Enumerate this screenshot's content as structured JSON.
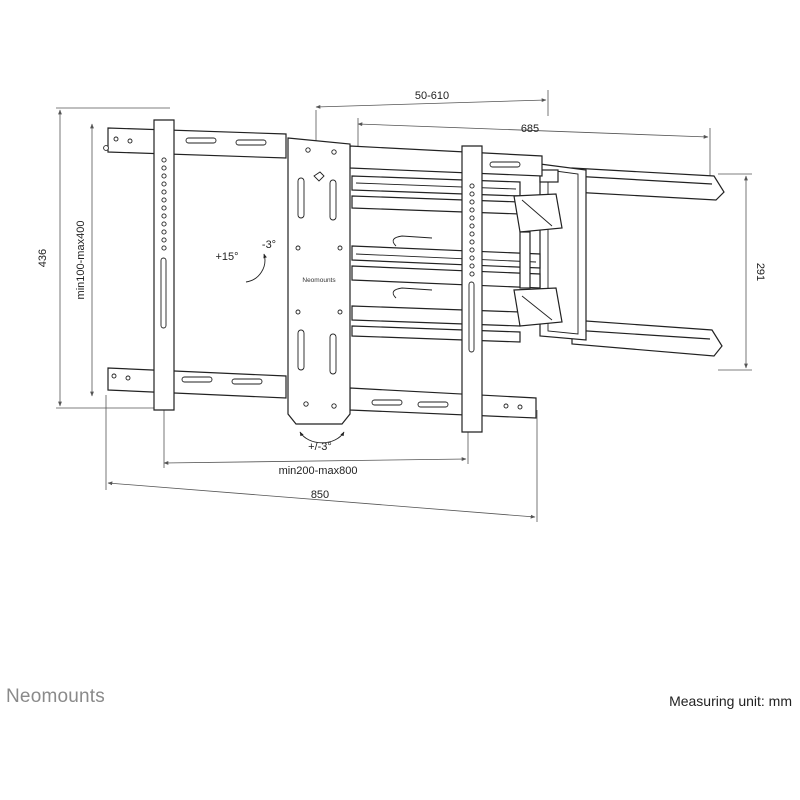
{
  "dimensions": {
    "depth": "50-610",
    "arm_length": "685",
    "height": "436",
    "vertical_vesa": "min100-max400",
    "rail_height": "291",
    "horizontal_vesa": "min200-max800",
    "width": "850"
  },
  "angles": {
    "tilt_up": "+15°",
    "tilt_down": "-3°",
    "rotation": "+/-3°"
  },
  "plate_logo": "Neomounts",
  "footer": {
    "brand": "Neomounts",
    "unit_note": "Measuring unit: mm"
  }
}
